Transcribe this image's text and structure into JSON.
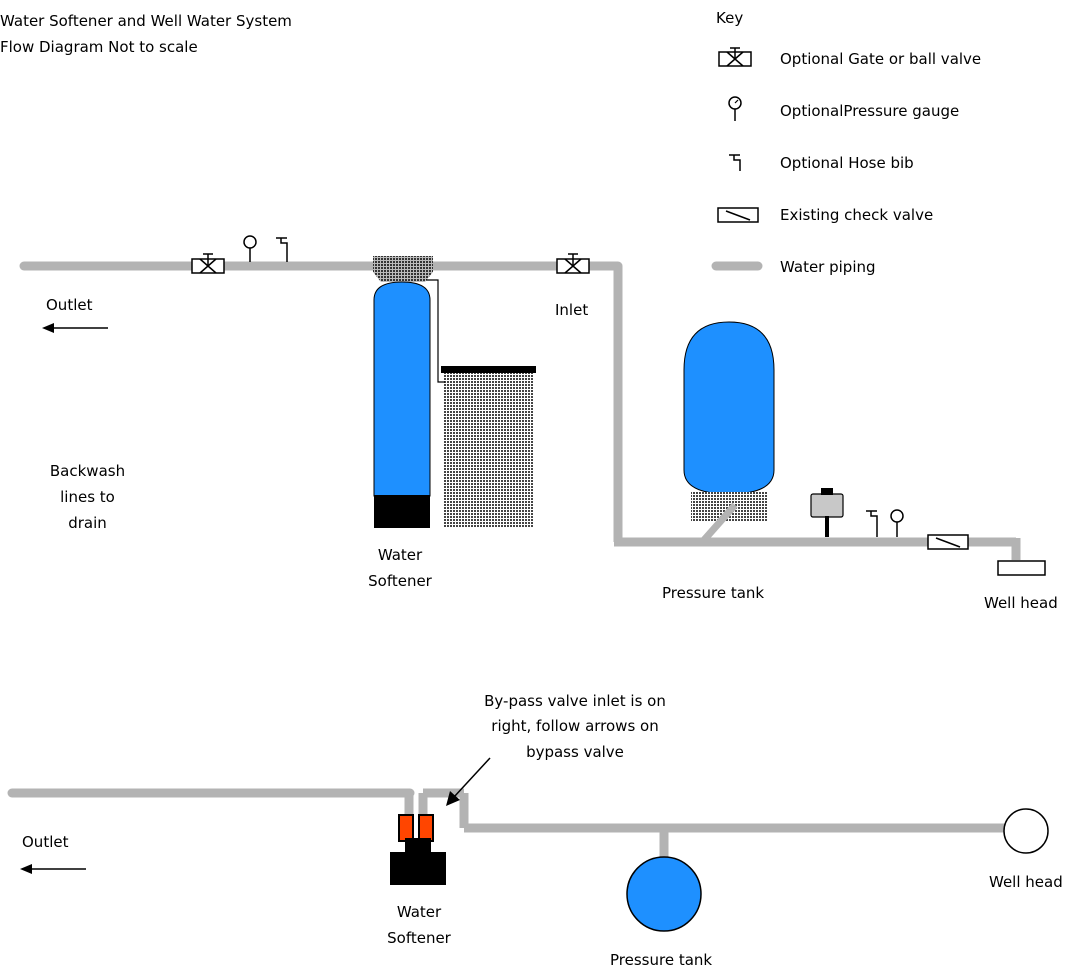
{
  "header": {
    "title_line1": "Water Softener and Well Water System",
    "title_line2": "Flow Diagram   Not to scale"
  },
  "key": {
    "title": "Key",
    "items": [
      {
        "icon": "gate-ball-valve-icon",
        "label": "Optional Gate or ball valve"
      },
      {
        "icon": "pressure-gauge-icon",
        "label": "OptionalPressure gauge"
      },
      {
        "icon": "hose-bib-icon",
        "label": "Optional Hose bib"
      },
      {
        "icon": "check-valve-icon",
        "label": "Existing check valve"
      },
      {
        "icon": "water-piping-icon",
        "label": "Water piping"
      }
    ]
  },
  "top_diagram": {
    "outlet": "Outlet",
    "inlet": "Inlet",
    "backwash_l1": "Backwash",
    "backwash_l2": "lines to",
    "backwash_l3": "drain",
    "softener_l1": "Water",
    "softener_l2": "Softener",
    "pressure_tank": "Pressure tank",
    "well_head": "Well head"
  },
  "bottom_diagram": {
    "bypass_note_l1": "By-pass valve inlet is on",
    "bypass_note_l2": "right, follow arrows on",
    "bypass_note_l3": "bypass valve",
    "outlet": "Outlet",
    "softener_l1": "Water",
    "softener_l2": "Softener",
    "pressure_tank": "Pressure tank",
    "well_head": "Well head"
  },
  "colors": {
    "pipe": "#b3b3b3",
    "tank_blue": "#1e90ff",
    "bypass_orange": "#ff4500",
    "black": "#000000"
  }
}
